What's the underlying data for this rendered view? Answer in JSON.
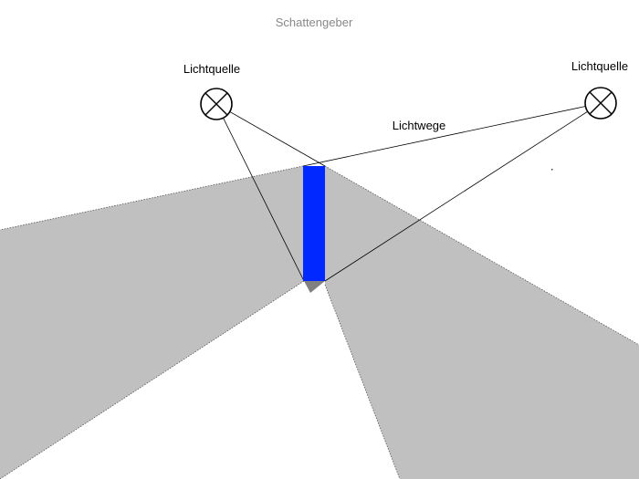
{
  "diagram": {
    "title": "Schattengeber",
    "light_source_left_label": "Lichtquelle",
    "light_source_right_label": "Lichtquelle",
    "light_paths_label": "Lichtwege"
  },
  "colors": {
    "shadow": "#c0c0c0",
    "core_shadow": "#808080",
    "object": "#0028ff",
    "ray": "#000000",
    "title_text": "#888888",
    "text": "#000000",
    "background": "#ffffff"
  },
  "icons": {
    "light_source": "lamp-cross-circle-icon"
  }
}
